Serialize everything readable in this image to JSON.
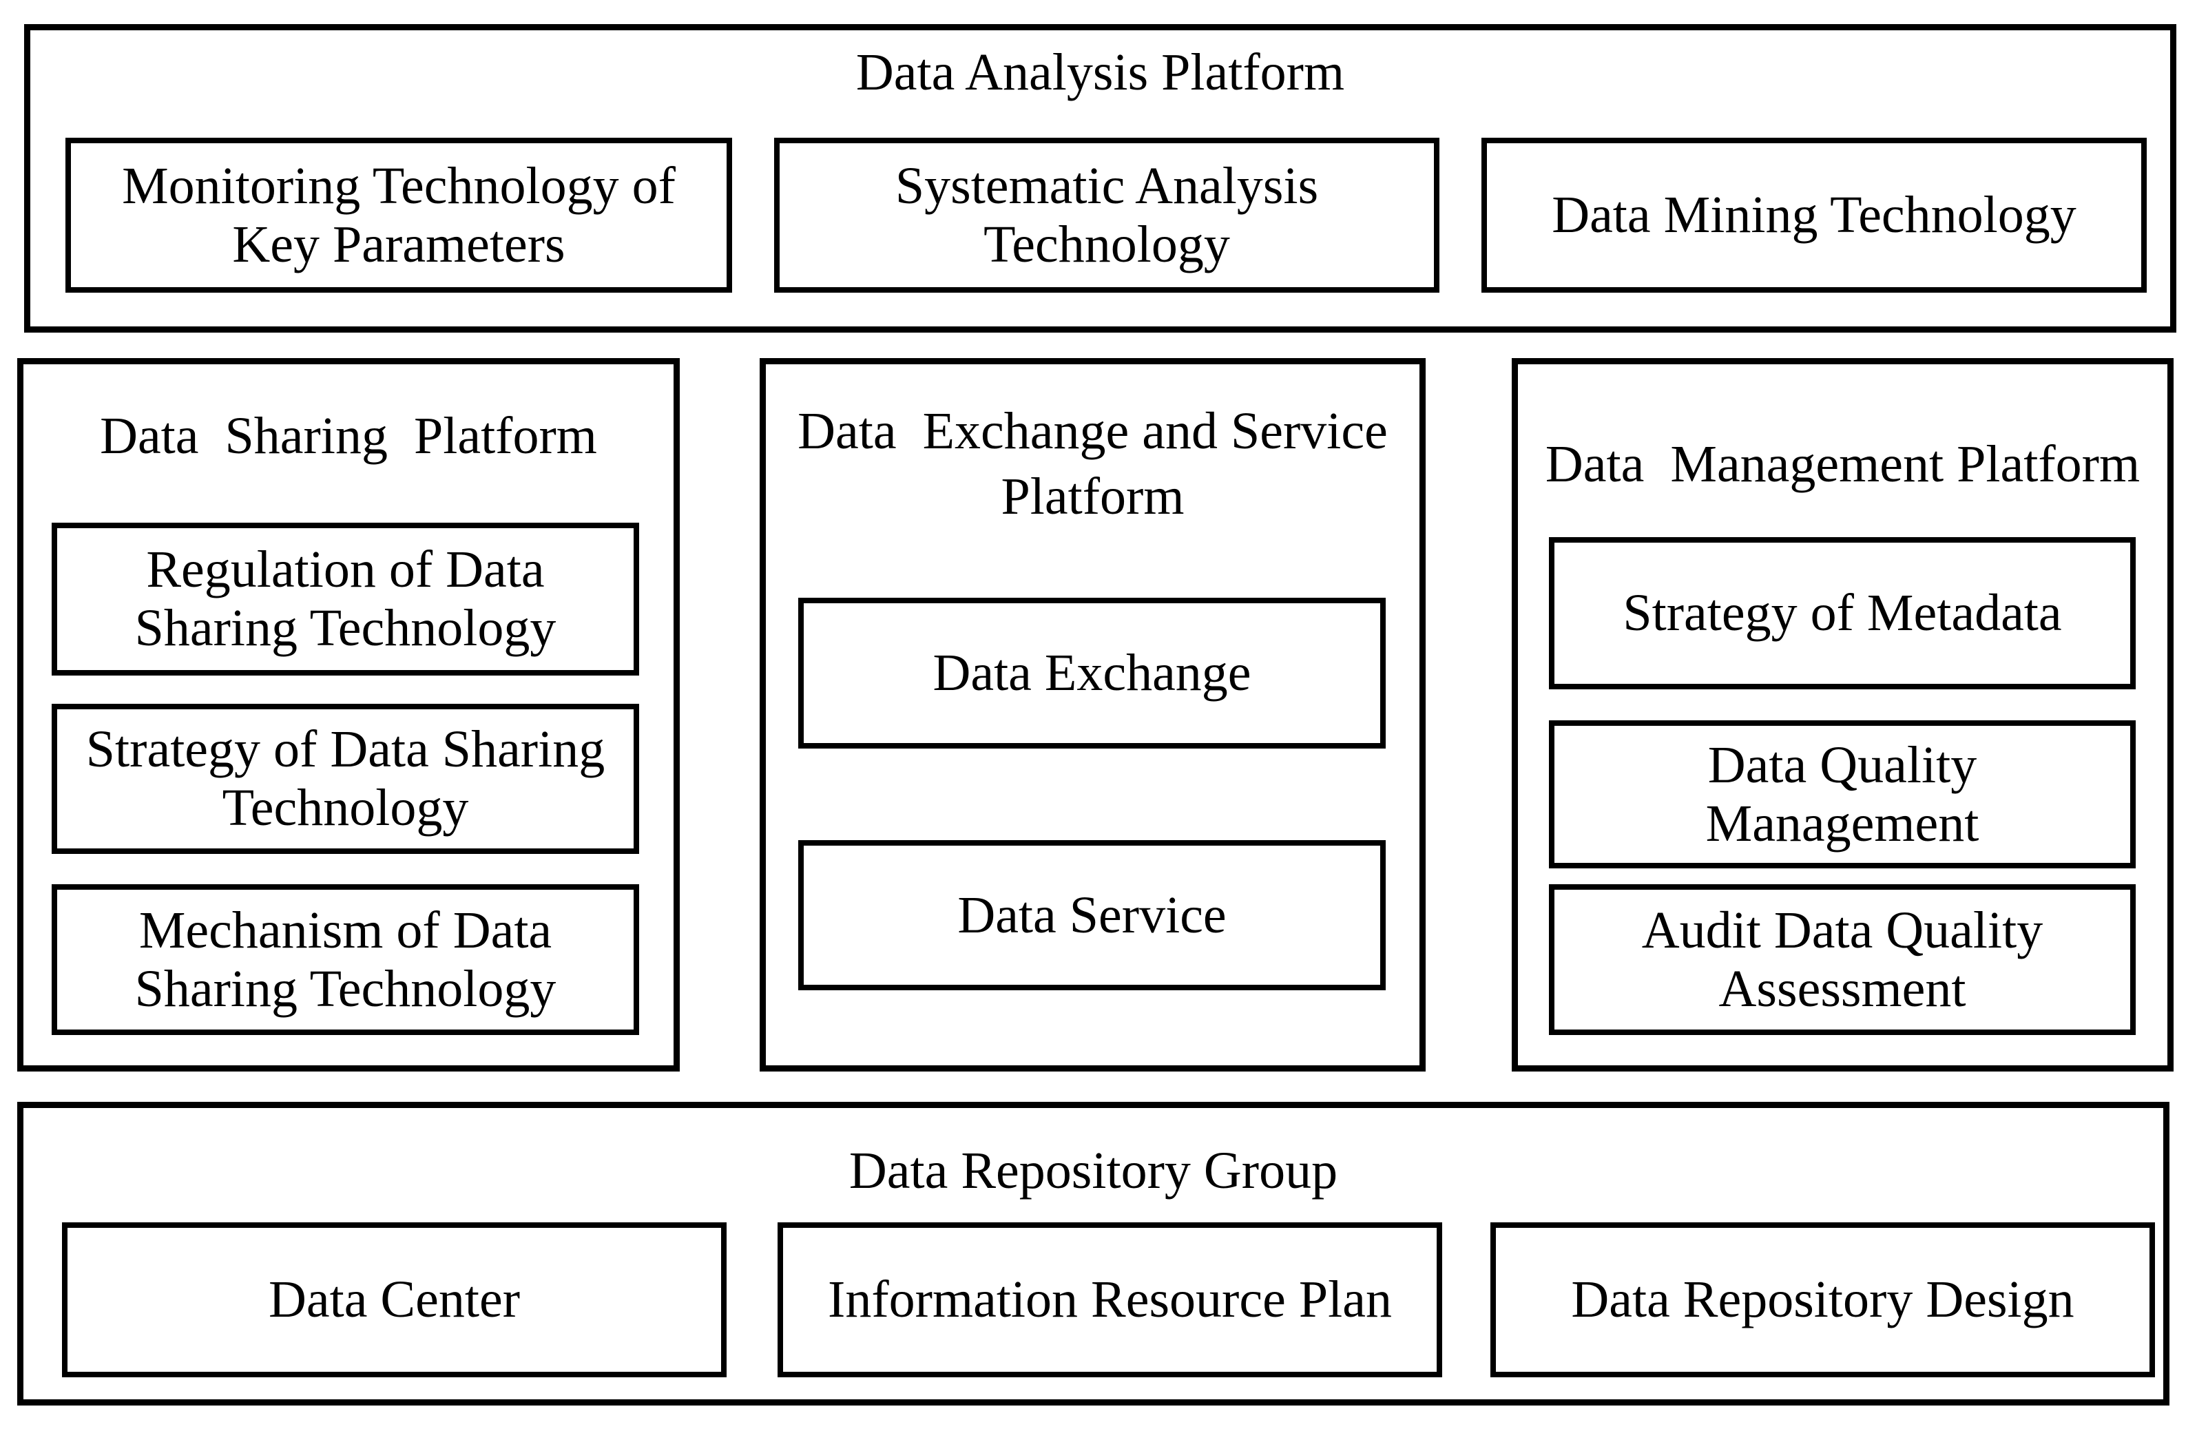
{
  "colors": {
    "background": "#ffffff",
    "line": "#000000",
    "text": "#000000"
  },
  "sections": {
    "analysis": {
      "title": "Data Analysis Platform",
      "items": [
        {
          "label": "Monitoring Technology of\nKey Parameters"
        },
        {
          "label": "Systematic Analysis\nTechnology"
        },
        {
          "label": "Data Mining Technology"
        }
      ]
    },
    "sharing": {
      "title": "Data  Sharing  Platform",
      "items": [
        {
          "label": "Regulation of Data\nSharing Technology"
        },
        {
          "label": "Strategy of Data Sharing\nTechnology"
        },
        {
          "label": "Mechanism of Data\nSharing Technology"
        }
      ]
    },
    "exchange": {
      "title": "Data  Exchange and Service\nPlatform",
      "items": [
        {
          "label": "Data Exchange"
        },
        {
          "label": "Data Service"
        }
      ]
    },
    "management": {
      "title": "Data  Management Platform",
      "items": [
        {
          "label": "Strategy of Metadata"
        },
        {
          "label": "Data Quality\nManagement"
        },
        {
          "label": "Audit Data Quality\nAssessment"
        }
      ]
    },
    "repository": {
      "title": "Data Repository Group",
      "items": [
        {
          "label": "Data Center"
        },
        {
          "label": "Information Resource Plan"
        },
        {
          "label": "Data Repository Design"
        }
      ]
    }
  }
}
